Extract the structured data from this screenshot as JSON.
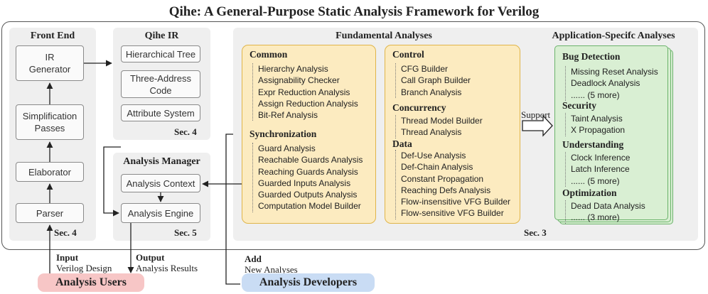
{
  "title": "Qihe: A General-Purpose Static Analysis Framework for Verilog",
  "front_end": {
    "title": "Front End",
    "boxes": [
      "IR\nGenerator",
      "Simplification\nPasses",
      "Elaborator",
      "Parser"
    ],
    "sec": "Sec. 4"
  },
  "qihe_ir": {
    "title": "Qihe IR",
    "boxes": [
      "Hierarchical Tree",
      "Three-Address\nCode",
      "Attribute System"
    ],
    "sec": "Sec. 4"
  },
  "analysis_manager": {
    "title": "Analysis Manager",
    "boxes": [
      "Analysis Context",
      "Analysis Engine"
    ],
    "sec": "Sec. 5"
  },
  "fundamental": {
    "title": "Fundamental Analyses",
    "sec": "Sec. 3",
    "left": [
      {
        "name": "Common",
        "items": [
          "Hierarchy Analysis",
          "Assignability Checker",
          "Expr Reduction Analysis",
          "Assign Reduction Analysis",
          "Bit-Ref Analysis"
        ]
      },
      {
        "name": "Synchronization",
        "items": [
          "Guard Analysis",
          "Reachable Guards Analysis",
          "Reaching Guards Analysis",
          "Guarded Inputs Analysis",
          "Guarded Outputs Analysis",
          "Computation Model Builder"
        ]
      }
    ],
    "right": [
      {
        "name": "Control",
        "items": [
          "CFG Builder",
          "Call Graph Builder",
          "Branch Analysis"
        ]
      },
      {
        "name": "Concurrency",
        "items": [
          "Thread Model Builder",
          "Thread Analysis"
        ]
      },
      {
        "name": "Data",
        "items": [
          "Def-Use Analysis",
          "Def-Chain Analysis",
          "Constant Propagation",
          "Reaching Defs Analysis",
          "Flow-insensitive VFG Builder",
          "Flow-sensitive VFG Builder"
        ]
      }
    ]
  },
  "support_label": "Support",
  "application": {
    "title": "Application-Specifc Analyses",
    "groups": [
      {
        "name": "Bug Detection",
        "items": [
          "Missing Reset Analysis",
          "Deadlock Analysis",
          "...... (5 more)"
        ]
      },
      {
        "name": "Security",
        "items": [
          "Taint Analysis",
          "X Propagation"
        ]
      },
      {
        "name": "Understanding",
        "items": [
          "Clock Inference",
          "Latch Inference",
          "...... (5 more)"
        ]
      },
      {
        "name": "Optimization",
        "items": [
          "Dead Data Analysis",
          "...... (3 more)"
        ]
      }
    ]
  },
  "io": {
    "input_title": "Input",
    "input_sub": "Verilog Design",
    "output_title": "Output",
    "output_sub": "Analysis Results",
    "add_title": "Add",
    "add_sub": "New Analyses"
  },
  "actors": {
    "users": "Analysis Users",
    "developers": "Analysis Developers"
  },
  "colors": {
    "yellow_fill": "#fcebc0",
    "green_fill": "#d9efd3",
    "users_fill": "#f7c6c6",
    "developers_fill": "#c9dcf4"
  }
}
